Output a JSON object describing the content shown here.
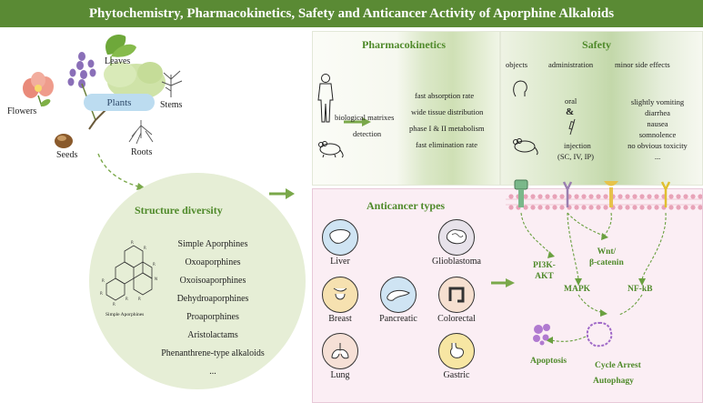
{
  "title": "Phytochemistry, Pharmacokinetics, Safety and Anticancer Activity of Aporphine Alkaloids",
  "plants": {
    "center": "Plants",
    "leaves": "Leaves",
    "flowers": "Flowers",
    "stems": "Stems",
    "seeds": "Seeds",
    "roots": "Roots"
  },
  "structure": {
    "heading": "Structure diversity",
    "molecule_caption": "Simple Aporphines",
    "items": [
      "Simple Aporphines",
      "Oxoaporphines",
      "Oxoisoaporphines",
      "Dehydroaporphines",
      "Proaporphines",
      "Aristolactams",
      "Phenanthrene-type alkaloids",
      "..."
    ]
  },
  "pharmacokinetics": {
    "heading": "Pharmacokinetics",
    "matrix_label": "biological matrixes",
    "detection_label": "detection",
    "properties": [
      "fast absorption rate",
      "wide tissue distribution",
      "phase I & II metabolism",
      "fast elimination rate"
    ]
  },
  "safety": {
    "heading": "Safety",
    "col_objects": "objects",
    "col_administration": "administration",
    "col_side_effects": "minor side effects",
    "route_oral": "oral",
    "route_and": "&",
    "route_injection": "injection",
    "route_injection_types": "(SC, IV, IP)",
    "side_effects": [
      "slightly vomiting",
      "diarrhea",
      "nausea",
      "somnolence",
      "no obvious toxicity",
      "..."
    ]
  },
  "anticancer": {
    "heading": "Anticancer types",
    "types": {
      "liver": "Liver",
      "glioblastoma": "Glioblastoma",
      "breast": "Breast",
      "pancreatic": "Pancreatic",
      "colorectal": "Colorectal",
      "lung": "Lung",
      "gastric": "Gastric"
    }
  },
  "pathways": {
    "pi3k_line1": "PI3K-",
    "pi3k_line2": "AKT",
    "wnt_line1": "Wnt/",
    "wnt_line2": "β-catenin",
    "mapk": "MAPK",
    "nfkb": "NF-kB",
    "apoptosis": "Apoptosis",
    "cycle_arrest": "Cycle Arrest",
    "autophagy": "Autophagy"
  },
  "colors": {
    "title_bar": "#5a8a34",
    "heading_green": "#4f8a2a",
    "anticancer_bg": "#fbeef4",
    "structure_circle": "#e6eed6",
    "membrane": "#e8a3b8"
  }
}
